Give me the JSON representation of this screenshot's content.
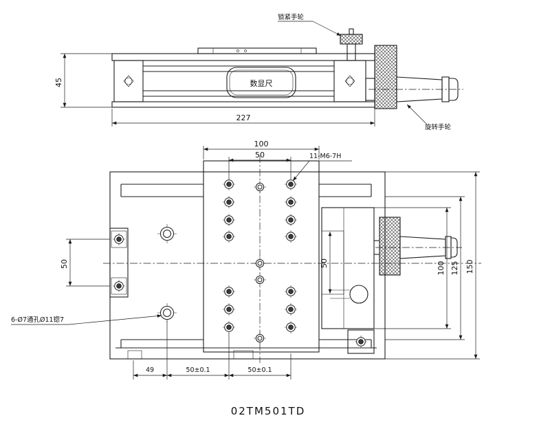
{
  "drawing": {
    "title": "02TM501TD",
    "side_view": {
      "labels": {
        "lock_handwheel": "锁紧手轮",
        "digital_scale": "数显尺",
        "rotary_handwheel": "旋转手轮"
      },
      "dims": {
        "height": "45",
        "length": "227"
      }
    },
    "plan_view": {
      "callouts": {
        "thread": "11-M6-7H",
        "hole": "6-Ø7通孔Ø11锪7"
      },
      "dims": {
        "top_overall": "100",
        "top_inner": "50",
        "left_span": "50",
        "mid_span": "50",
        "right_inner": "100",
        "right_mid": "125",
        "right_overall": "150",
        "bottom_a": "49",
        "bottom_b": "50±0.1",
        "bottom_c": "50±0.1"
      }
    }
  }
}
